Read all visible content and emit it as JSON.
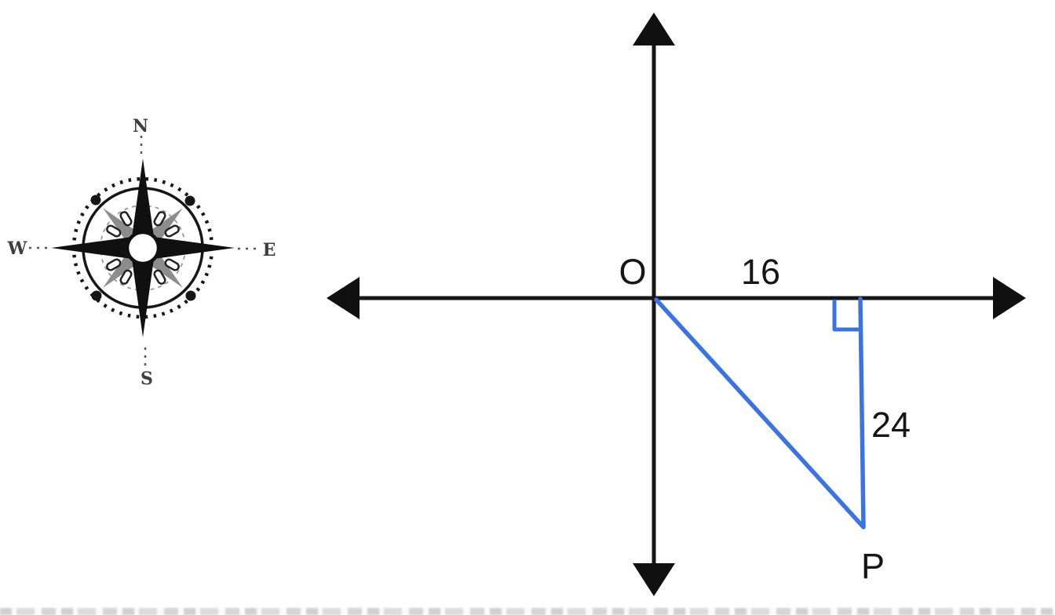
{
  "figure": {
    "origin_label": "O",
    "horizontal_segment_length": "16",
    "vertical_segment_length": "24",
    "point_label": "P"
  },
  "compass": {
    "north": "N",
    "east": "E",
    "south": "S",
    "west": "W"
  },
  "colors": {
    "ink_black": "#161616",
    "triangle_blue": "#3a73e3",
    "compass_gray": "#8d8d8d",
    "background": "#ffffff"
  }
}
